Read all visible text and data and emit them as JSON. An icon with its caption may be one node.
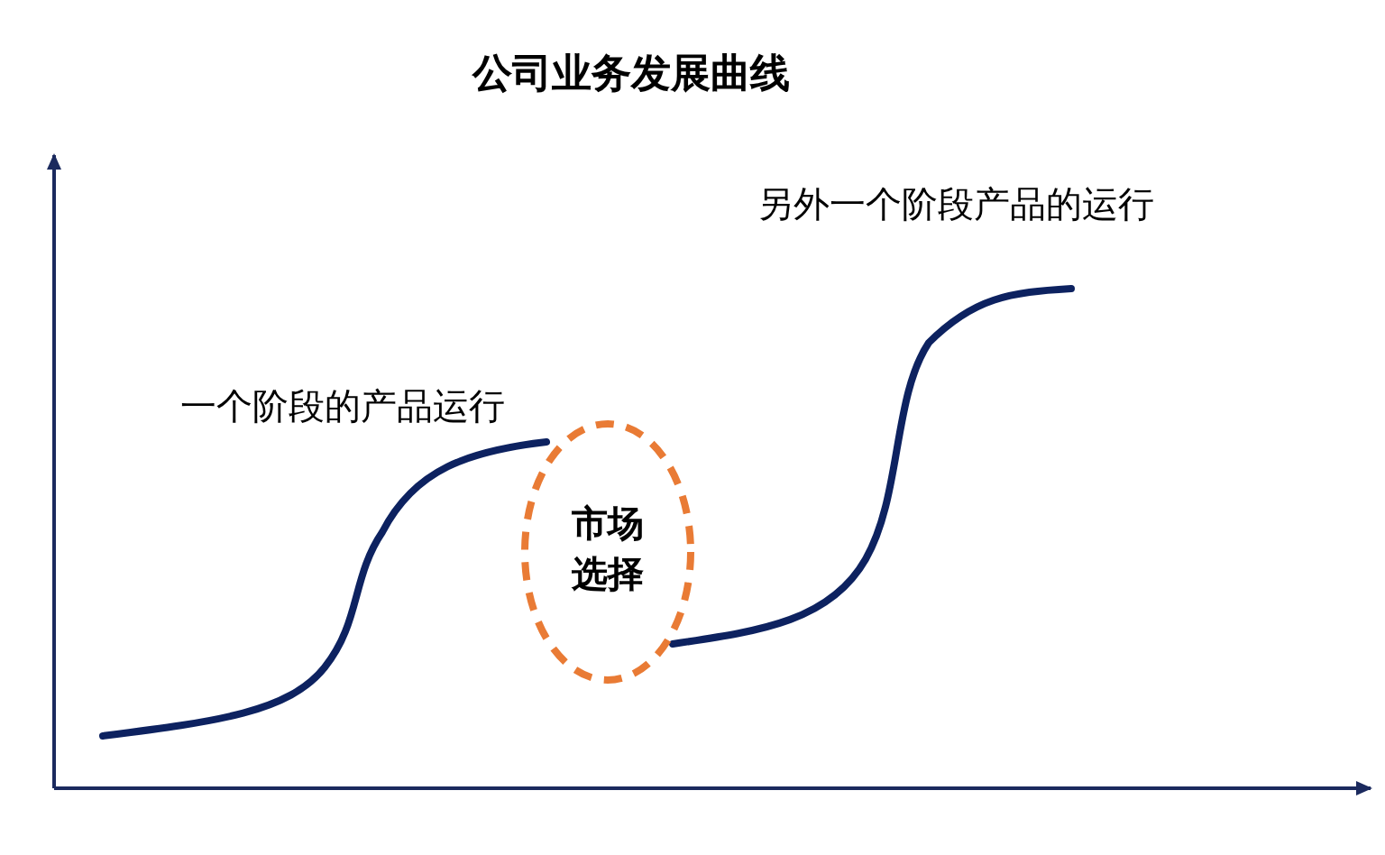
{
  "diagram": {
    "title": "公司业务发展曲线",
    "nodes": [
      {
        "text": [
          "市场选择"
        ]
      }
    ],
    "labels": [
      "另外一个阶段产品的运行",
      "一个阶段的产品运行"
    ]
  }
}
